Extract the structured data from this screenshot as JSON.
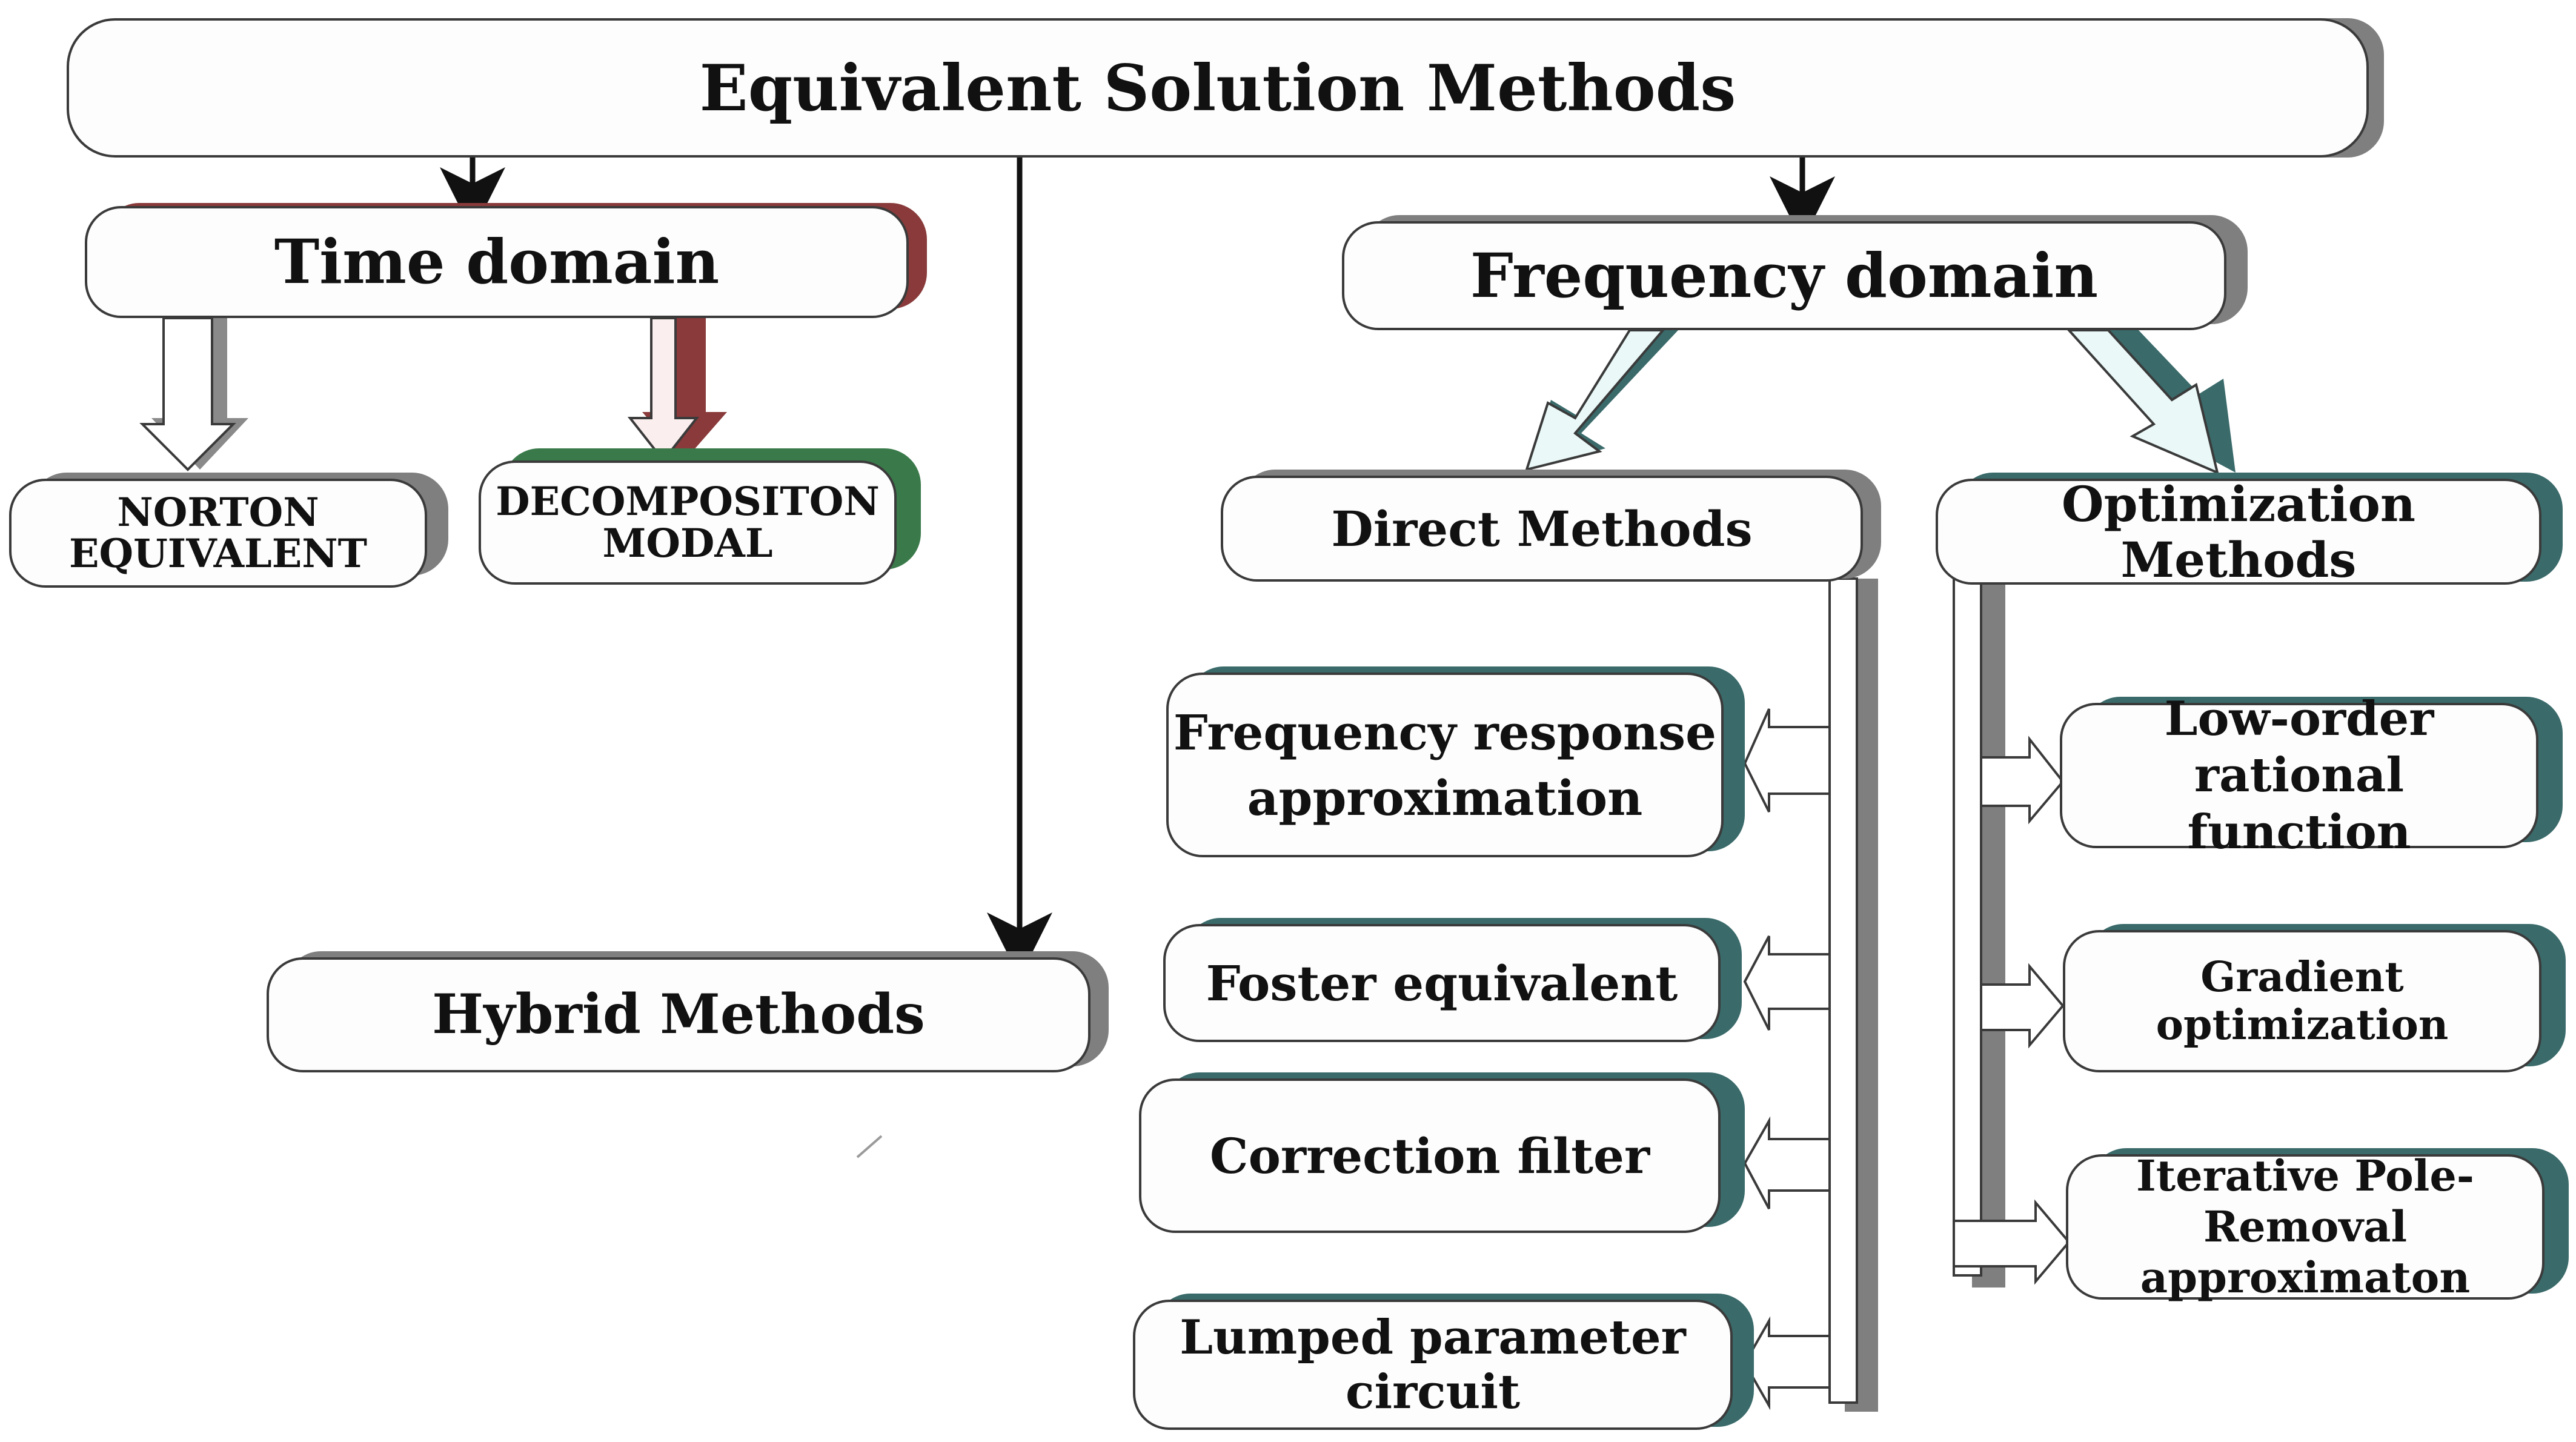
{
  "diagram": {
    "root": {
      "label": "Equivalent Solution Methods"
    },
    "time_domain": {
      "label": "Time domain",
      "children": [
        {
          "lines": [
            "NORTON",
            "EQUIVALENT"
          ]
        },
        {
          "lines": [
            "DECOMPOSITON",
            "MODAL"
          ]
        }
      ]
    },
    "hybrid": {
      "label": "Hybrid Methods"
    },
    "frequency_domain": {
      "label": "Frequency domain",
      "direct": {
        "label": "Direct Methods",
        "items": [
          {
            "lines": [
              "Frequency response",
              "approximation"
            ]
          },
          {
            "lines": [
              "Foster equivalent"
            ]
          },
          {
            "lines": [
              "Correction filter"
            ]
          },
          {
            "lines": [
              "Lumped parameter circuit"
            ]
          }
        ]
      },
      "optimization": {
        "label": "Optimization Methods",
        "items": [
          {
            "lines": [
              "Low-order rational",
              "function"
            ]
          },
          {
            "lines": [
              "Gradient optimization"
            ]
          },
          {
            "lines": [
              "Iterative Pole-Removal",
              "approximaton"
            ]
          }
        ]
      }
    },
    "colors": {
      "box_border": "#3a3a3a",
      "box_fill": "#fdfdfd",
      "shadow_gray": "#7f7f7f",
      "shadow_red": "#8a3a3a",
      "shadow_green": "#3a7a4a",
      "shadow_teal": "#3a6a6a",
      "arrow_fill": "#eaf8f8",
      "arrow_dark": "#111111"
    }
  }
}
